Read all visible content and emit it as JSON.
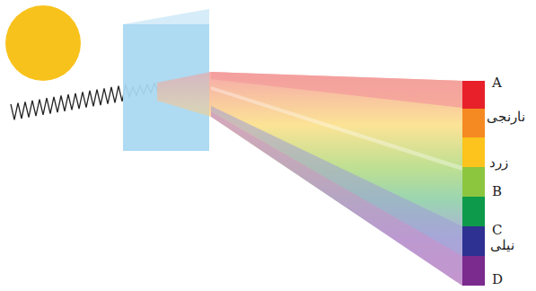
{
  "diagram": {
    "labels": [
      "A",
      "نارنجی",
      "زرد",
      "B",
      "C",
      "نیلی",
      "D"
    ]
  }
}
